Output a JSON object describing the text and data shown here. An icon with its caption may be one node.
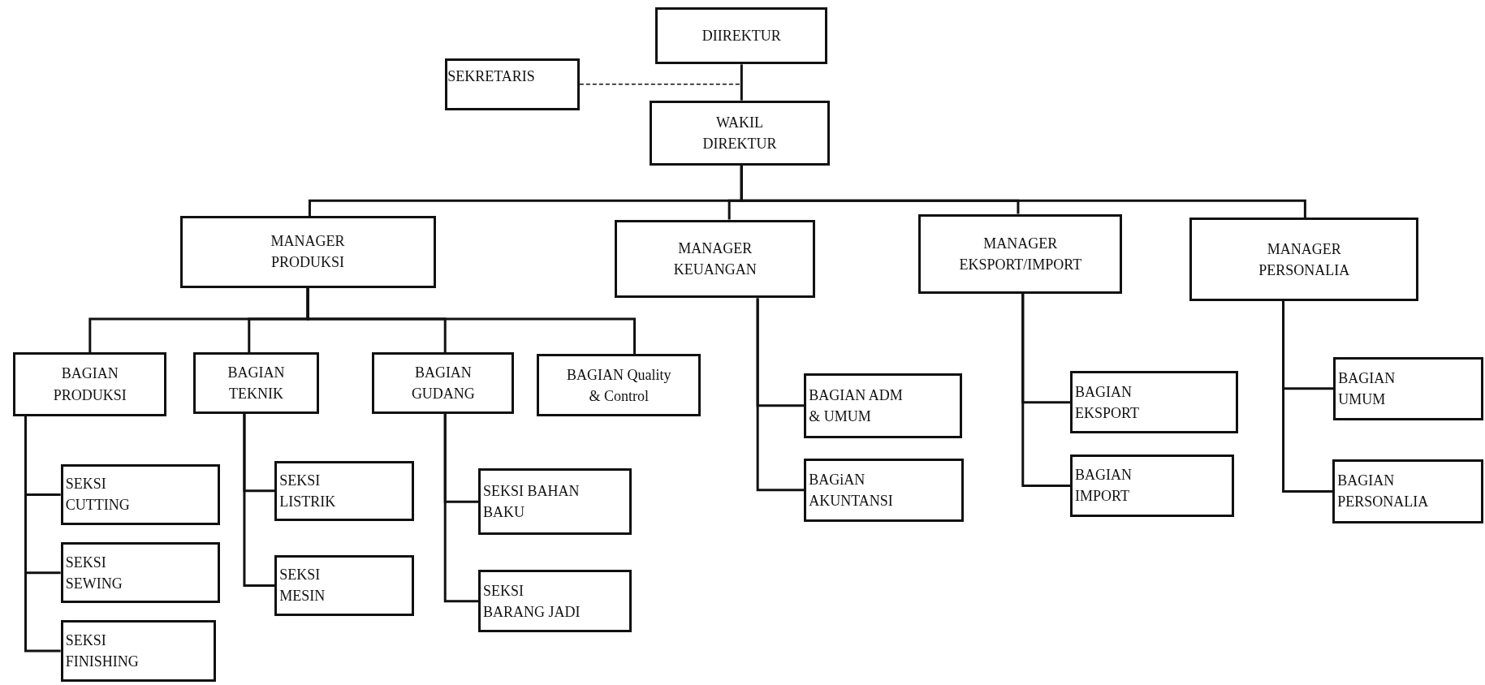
{
  "diagram": {
    "nodes": [
      {
        "text": [
          "DIIREKTUR"
        ]
      },
      {
        "text": [
          "SEKRETARIS"
        ]
      },
      {
        "text": [
          "WAKIL DIREKTUR"
        ]
      },
      {
        "text": [
          "MANAGER PRODUKSI"
        ]
      },
      {
        "text": [
          "MANAGER KEUANGAN"
        ]
      },
      {
        "text": [
          "MANAGER EKSPORT/IMPORT"
        ]
      },
      {
        "text": [
          "MANAGER PERSONALIA"
        ]
      },
      {
        "text": [
          "BAGIAN PRODUKSI"
        ]
      },
      {
        "text": [
          "BAGIAN TEKNIK"
        ]
      },
      {
        "text": [
          "BAGIAN GUDANG"
        ]
      },
      {
        "text": [
          "BAGIAN Quality & Control"
        ]
      },
      {
        "text": [
          "SEKSI CUTTING"
        ]
      },
      {
        "text": [
          "SEKSI SEWING"
        ]
      },
      {
        "text": [
          "SEKSI FINISHING"
        ]
      },
      {
        "text": [
          "SEKSI LISTRIK"
        ]
      },
      {
        "text": [
          "SEKSI MESIN"
        ]
      },
      {
        "text": [
          "SEKSI BAHAN BAKU"
        ]
      },
      {
        "text": [
          "SEKSI BARANG JADI"
        ]
      },
      {
        "text": [
          "BAGIAN ADM & UMUM"
        ]
      },
      {
        "text": [
          "BAGiAN AKUNTANSI"
        ]
      },
      {
        "text": [
          "BAGIAN EKSPORT"
        ]
      },
      {
        "text": [
          "BAGIAN IMPORT"
        ]
      },
      {
        "text": [
          "BAGIAN UMUM"
        ]
      },
      {
        "text": [
          "BAGIAN PERSONALIA"
        ]
      }
    ],
    "edges": [
      {
        "from": 0,
        "to": 2,
        "arrow": "none"
      },
      {
        "from": 1,
        "to": 0,
        "arrow": "none",
        "style": "dashed"
      },
      {
        "from": 2,
        "to": 3,
        "arrow": "none"
      },
      {
        "from": 2,
        "to": 4,
        "arrow": "none"
      },
      {
        "from": 2,
        "to": 5,
        "arrow": "none"
      },
      {
        "from": 2,
        "to": 6,
        "arrow": "none"
      },
      {
        "from": 3,
        "to": 7,
        "arrow": "none"
      },
      {
        "from": 3,
        "to": 8,
        "arrow": "none"
      },
      {
        "from": 3,
        "to": 9,
        "arrow": "none"
      },
      {
        "from": 3,
        "to": 10,
        "arrow": "none"
      },
      {
        "from": 7,
        "to": 11,
        "arrow": "none"
      },
      {
        "from": 7,
        "to": 12,
        "arrow": "none"
      },
      {
        "from": 7,
        "to": 13,
        "arrow": "none"
      },
      {
        "from": 8,
        "to": 14,
        "arrow": "none"
      },
      {
        "from": 8,
        "to": 15,
        "arrow": "none"
      },
      {
        "from": 9,
        "to": 16,
        "arrow": "none"
      },
      {
        "from": 9,
        "to": 17,
        "arrow": "none"
      },
      {
        "from": 4,
        "to": 18,
        "arrow": "none"
      },
      {
        "from": 4,
        "to": 19,
        "arrow": "none"
      },
      {
        "from": 5,
        "to": 20,
        "arrow": "none"
      },
      {
        "from": 5,
        "to": 21,
        "arrow": "none"
      },
      {
        "from": 6,
        "to": 22,
        "arrow": "none"
      },
      {
        "from": 6,
        "to": 23,
        "arrow": "none"
      }
    ]
  }
}
